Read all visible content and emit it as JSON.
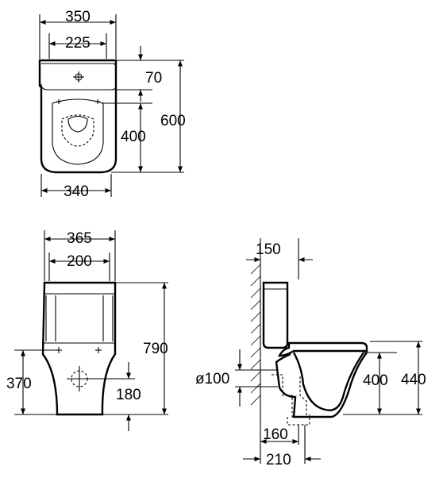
{
  "top_view": {
    "width_overall": "350",
    "width_inner": "225",
    "tank_depth": "70",
    "fixing_distance": "400",
    "total_length": "600",
    "base_width": "340"
  },
  "front_view": {
    "width_overall": "365",
    "width_inner": "200",
    "total_height": "790",
    "outlet_height": "370",
    "outlet_width": "180"
  },
  "side_view": {
    "wall_to_tank": "150",
    "pipe_diameter": "ø100",
    "seat_height": "400",
    "rim_height": "440",
    "outlet_offset": "160",
    "outlet_depth": "210"
  }
}
